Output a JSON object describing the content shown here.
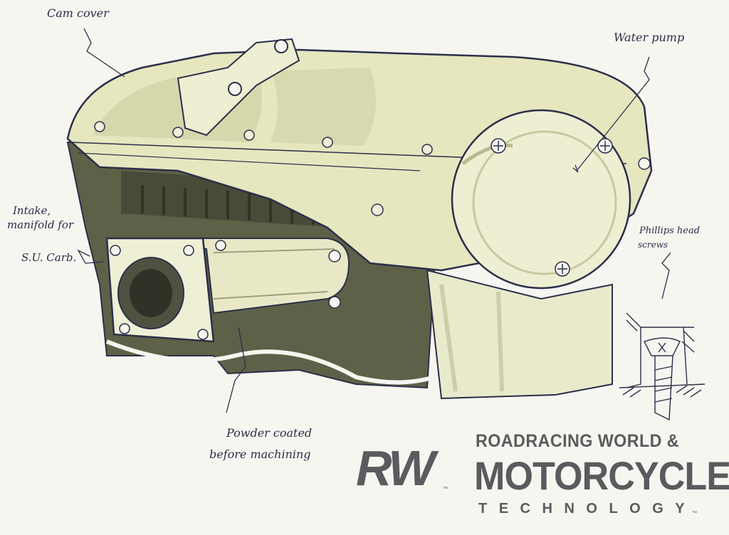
{
  "annotations": {
    "cam_cover": "Cam cover",
    "water_pump": "Water pump",
    "intake": [
      "Intake,",
      "manifold for",
      "S.U. Carb."
    ],
    "phillips": [
      "Phillips head",
      "screws"
    ],
    "powder": [
      "Powder coated",
      "before machining"
    ]
  },
  "logo": {
    "mark": "RW",
    "trademark": "™",
    "line1": "ROADRACING WORLD &",
    "line2": "MOTORCYCLE",
    "line3": "TECHNOLOGY"
  },
  "colors": {
    "paper": "#f6f5f0",
    "engine_cream": "#e6e6bf",
    "engine_shadow": "#5e6147",
    "ink": "#2b2f4a",
    "logo_gray": "#5a5b5e"
  }
}
